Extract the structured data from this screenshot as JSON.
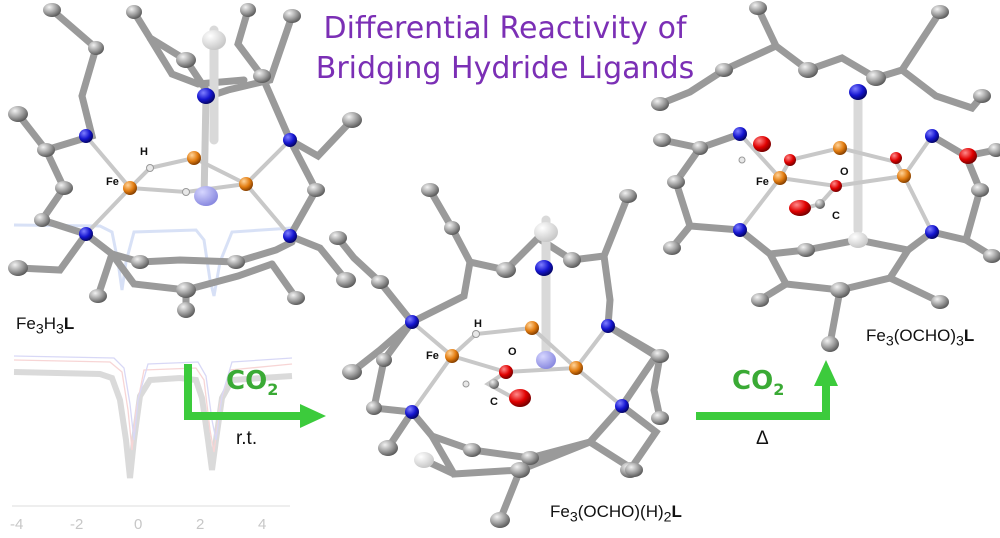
{
  "title": {
    "line1": "Differential Reactivity of",
    "line2": "Bridging Hydride Ligands"
  },
  "compounds": {
    "left": "Fe3H3L",
    "middle": "Fe3(OCHO)(H)2L",
    "right": "Fe3(OCHO)3L"
  },
  "reactions": {
    "step1": {
      "reagent": "CO2",
      "condition": "r.t."
    },
    "step2": {
      "reagent": "CO2",
      "condition": "Δ"
    }
  },
  "atom_labels": {
    "left": {
      "fe": "Fe",
      "h": "H"
    },
    "middle": {
      "fe": "Fe",
      "h": "H",
      "o": "O",
      "c": "C"
    },
    "right": {
      "fe": "Fe",
      "o": "O",
      "c": "C"
    }
  },
  "spectrum_ticks": [
    "-4",
    "-2",
    "0",
    "2",
    "4"
  ],
  "colors": {
    "title": "#7b2fb5",
    "arrow": "#3aaa35",
    "nitrogen": "#1616d8",
    "iron": "#e07d12",
    "oxygen": "#e00000",
    "carbon": "#a0a0a0"
  }
}
